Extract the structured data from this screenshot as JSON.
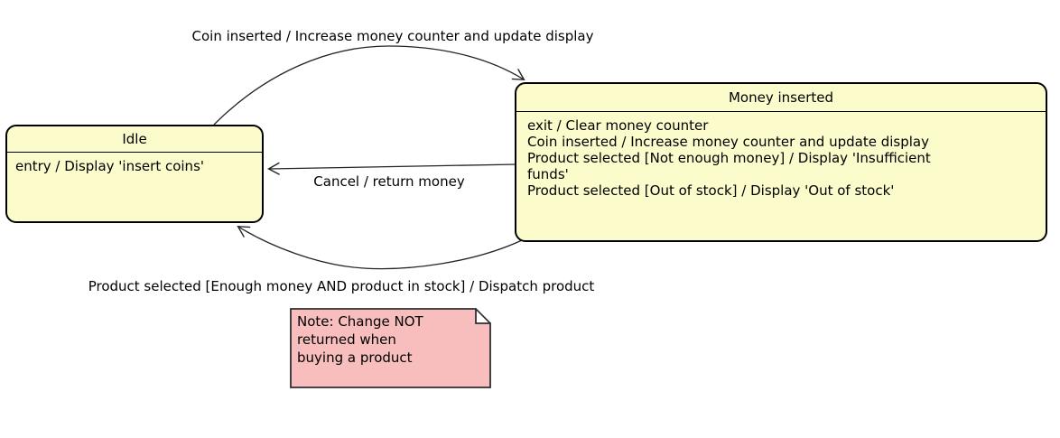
{
  "colors": {
    "background": "#FFFFFF",
    "state_fill": "#FBFBCB",
    "state_border": "#000000",
    "note_fill": "#F8BEBE",
    "connector": "#242424"
  },
  "states": {
    "idle": {
      "title": "Idle",
      "body_lines": [
        "entry / Display 'insert coins'"
      ]
    },
    "money_inserted": {
      "title": "Money inserted",
      "body_lines": [
        "exit / Clear money counter",
        "Coin inserted / Increase money counter and update display",
        "Product selected [Not enough money] / Display 'Insufficient",
        "funds'",
        "Product selected [Out of stock] / Display 'Out of stock'"
      ]
    }
  },
  "transitions": {
    "coin_inserted": {
      "label": "Coin inserted / Increase money counter and update display"
    },
    "cancel": {
      "label": "Cancel / return money"
    },
    "dispatch": {
      "label": "Product selected [Enough money AND product in stock] / Dispatch product"
    }
  },
  "note": {
    "lines": [
      "Note: Change NOT",
      "returned when",
      "buying a product"
    ]
  }
}
